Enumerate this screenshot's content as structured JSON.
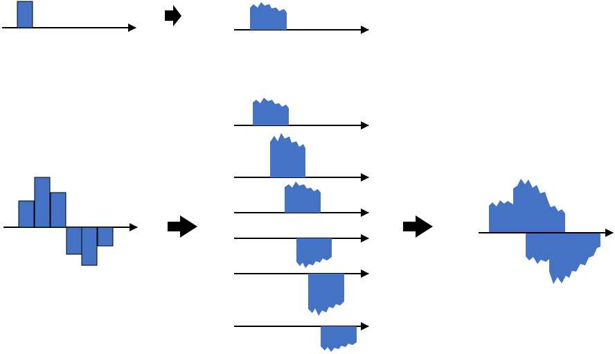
{
  "colors": {
    "fill": "#4472c4",
    "edge": "#000000",
    "axis": "#000000",
    "arrow": "#000000",
    "background": "#ffffff"
  },
  "icons": {
    "step_arrow": "right-block-arrow-icon",
    "axis_arrow": "arrowhead-icon"
  },
  "diagram": {
    "single_impulse": {
      "bars": [
        1.0
      ]
    },
    "input_sequence": {
      "bars": [
        0.92,
        1.75,
        1.26,
        -0.96,
        -1.39,
        -0.67
      ]
    },
    "convolution_rows_count": 6
  }
}
